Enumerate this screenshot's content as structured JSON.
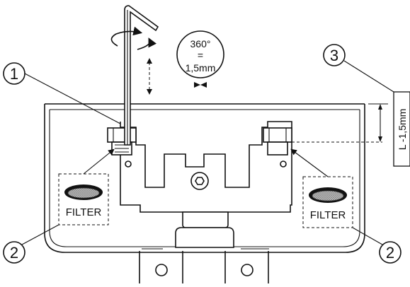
{
  "diagram": {
    "rotation_note": {
      "line1": "360°",
      "line2": "=",
      "line3": "1,5mm"
    },
    "dimension_label": "L -1,5mm",
    "callouts": [
      {
        "number": "1"
      },
      {
        "number": "2"
      },
      {
        "number": "2"
      },
      {
        "number": "3"
      }
    ],
    "filters": [
      {
        "label": "FILTER"
      },
      {
        "label": "FILTER"
      }
    ],
    "colors": {
      "ink": "#111111",
      "background": "#ffffff",
      "filter_mesh": "#9a9a9a"
    }
  }
}
